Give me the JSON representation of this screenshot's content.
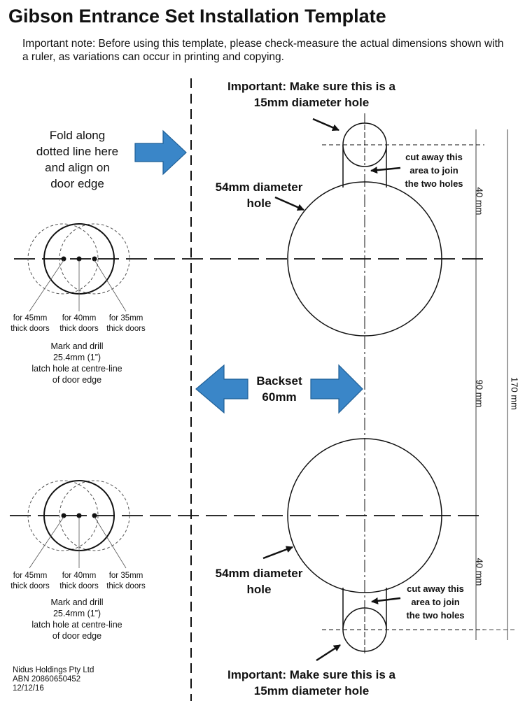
{
  "title": "Gibson Entrance Set Installation Template",
  "note": "Important note: Before using this template, please check-measure the actual dimensions shown with a ruler, as variations can occur in printing and copying.",
  "important_top": [
    "Important:  Make sure this is a",
    "15mm diameter hole"
  ],
  "important_bottom": [
    "Important:  Make sure this is a",
    "15mm diameter hole"
  ],
  "fold": [
    "Fold along",
    "dotted line here",
    "and align on",
    "door edge"
  ],
  "hole54_top": [
    "54mm diameter",
    "hole"
  ],
  "hole54_bottom": [
    "54mm diameter",
    "hole"
  ],
  "cutaway_top": [
    "cut away this",
    "area to join",
    "the two holes"
  ],
  "cutaway_bottom": [
    "cut away this",
    "area to join",
    "the two holes"
  ],
  "backset": [
    "Backset",
    "60mm"
  ],
  "thickness_labels": [
    [
      "for 45mm",
      "thick doors"
    ],
    [
      "for 40mm",
      "thick doors"
    ],
    [
      "for 35mm",
      "thick doors"
    ]
  ],
  "drill_note": [
    "Mark and drill",
    "25.4mm (1”)",
    "latch hole at centre-line",
    "of door edge"
  ],
  "dimensions": {
    "top_40": "40 mm",
    "mid_90": "90 mm",
    "total_170": "170 mm",
    "bottom_40": "40 mm"
  },
  "footer": [
    "Nidus Holdings Pty Ltd",
    "ABN 20860650452",
    "12/12/16"
  ],
  "colors": {
    "arrow_fill": "#3a86c8",
    "line": "#111111"
  }
}
